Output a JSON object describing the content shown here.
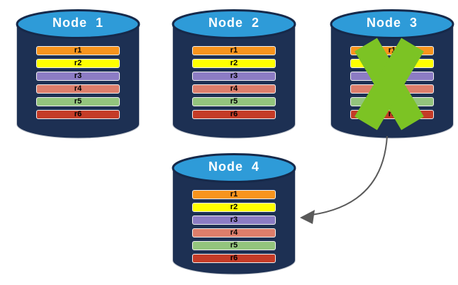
{
  "diagram": {
    "description": "Four database node cylinders; Node 3 is crossed out and its replicas move to Node 4",
    "palette": {
      "cylinder_body": "#1D3053",
      "cylinder_top": "#2E9BD8",
      "cylinder_outline": "#16294A",
      "bar_border": "#F0F0F0",
      "title_text": "#FFFFFF",
      "bar_text": "#000000",
      "x_mark": "#7CC324",
      "arrow": "#595959"
    },
    "nodes": [
      {
        "label": "Node  1",
        "rows": [
          {
            "label": "r1",
            "color": "#F7941D"
          },
          {
            "label": "r2",
            "color": "#FFFF00"
          },
          {
            "label": "r3",
            "color": "#8C7CC4"
          },
          {
            "label": "r4",
            "color": "#DD7E6B"
          },
          {
            "label": "r5",
            "color": "#93C47D"
          },
          {
            "label": "r6",
            "color": "#C43B27"
          }
        ]
      },
      {
        "label": "Node  2",
        "rows": [
          {
            "label": "r1",
            "color": "#F7941D"
          },
          {
            "label": "r2",
            "color": "#FFFF00"
          },
          {
            "label": "r3",
            "color": "#8C7CC4"
          },
          {
            "label": "r4",
            "color": "#DD7E6B"
          },
          {
            "label": "r5",
            "color": "#93C47D"
          },
          {
            "label": "r6",
            "color": "#C43B27"
          }
        ]
      },
      {
        "label": "Node  3",
        "failed": true,
        "rows": [
          {
            "label": "r1",
            "color": "#F7941D"
          },
          {
            "label": "r2",
            "color": "#FFFF00"
          },
          {
            "label": "r3",
            "color": "#8C7CC4"
          },
          {
            "label": "r4",
            "color": "#DD7E6B"
          },
          {
            "label": "r5",
            "color": "#93C47D"
          },
          {
            "label": "r6",
            "color": "#C43B27"
          }
        ]
      },
      {
        "label": "Node  4",
        "rows": [
          {
            "label": "r1",
            "color": "#F7941D"
          },
          {
            "label": "r2",
            "color": "#FFFF00"
          },
          {
            "label": "r3",
            "color": "#8C7CC4"
          },
          {
            "label": "r4",
            "color": "#DD7E6B"
          },
          {
            "label": "r5",
            "color": "#93C47D"
          },
          {
            "label": "r6",
            "color": "#C43B27"
          }
        ]
      }
    ]
  }
}
